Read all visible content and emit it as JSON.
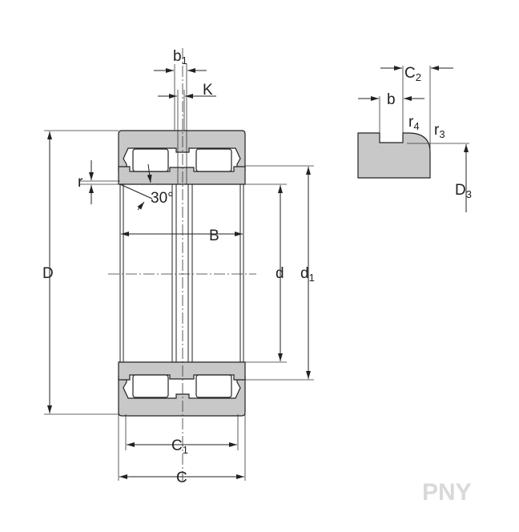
{
  "drawing": {
    "labels": {
      "b1": {
        "main": "b",
        "sub": "1"
      },
      "K": "K",
      "r": "r",
      "angle": "30°",
      "B": "B",
      "D": "D",
      "d": "d",
      "d1": {
        "main": "d",
        "sub": "1"
      },
      "C1": {
        "main": "C",
        "sub": "1"
      },
      "C": "C"
    }
  },
  "detail": {
    "labels": {
      "C2": {
        "main": "C",
        "sub": "2"
      },
      "b": "b",
      "r4": {
        "main": "r",
        "sub": "4"
      },
      "r3": {
        "main": "r",
        "sub": "3"
      },
      "D3": {
        "main": "D",
        "sub": "3"
      }
    }
  },
  "watermark": "PNY",
  "colors": {
    "section_fill": "#c8c8c8",
    "line": "#222222"
  }
}
